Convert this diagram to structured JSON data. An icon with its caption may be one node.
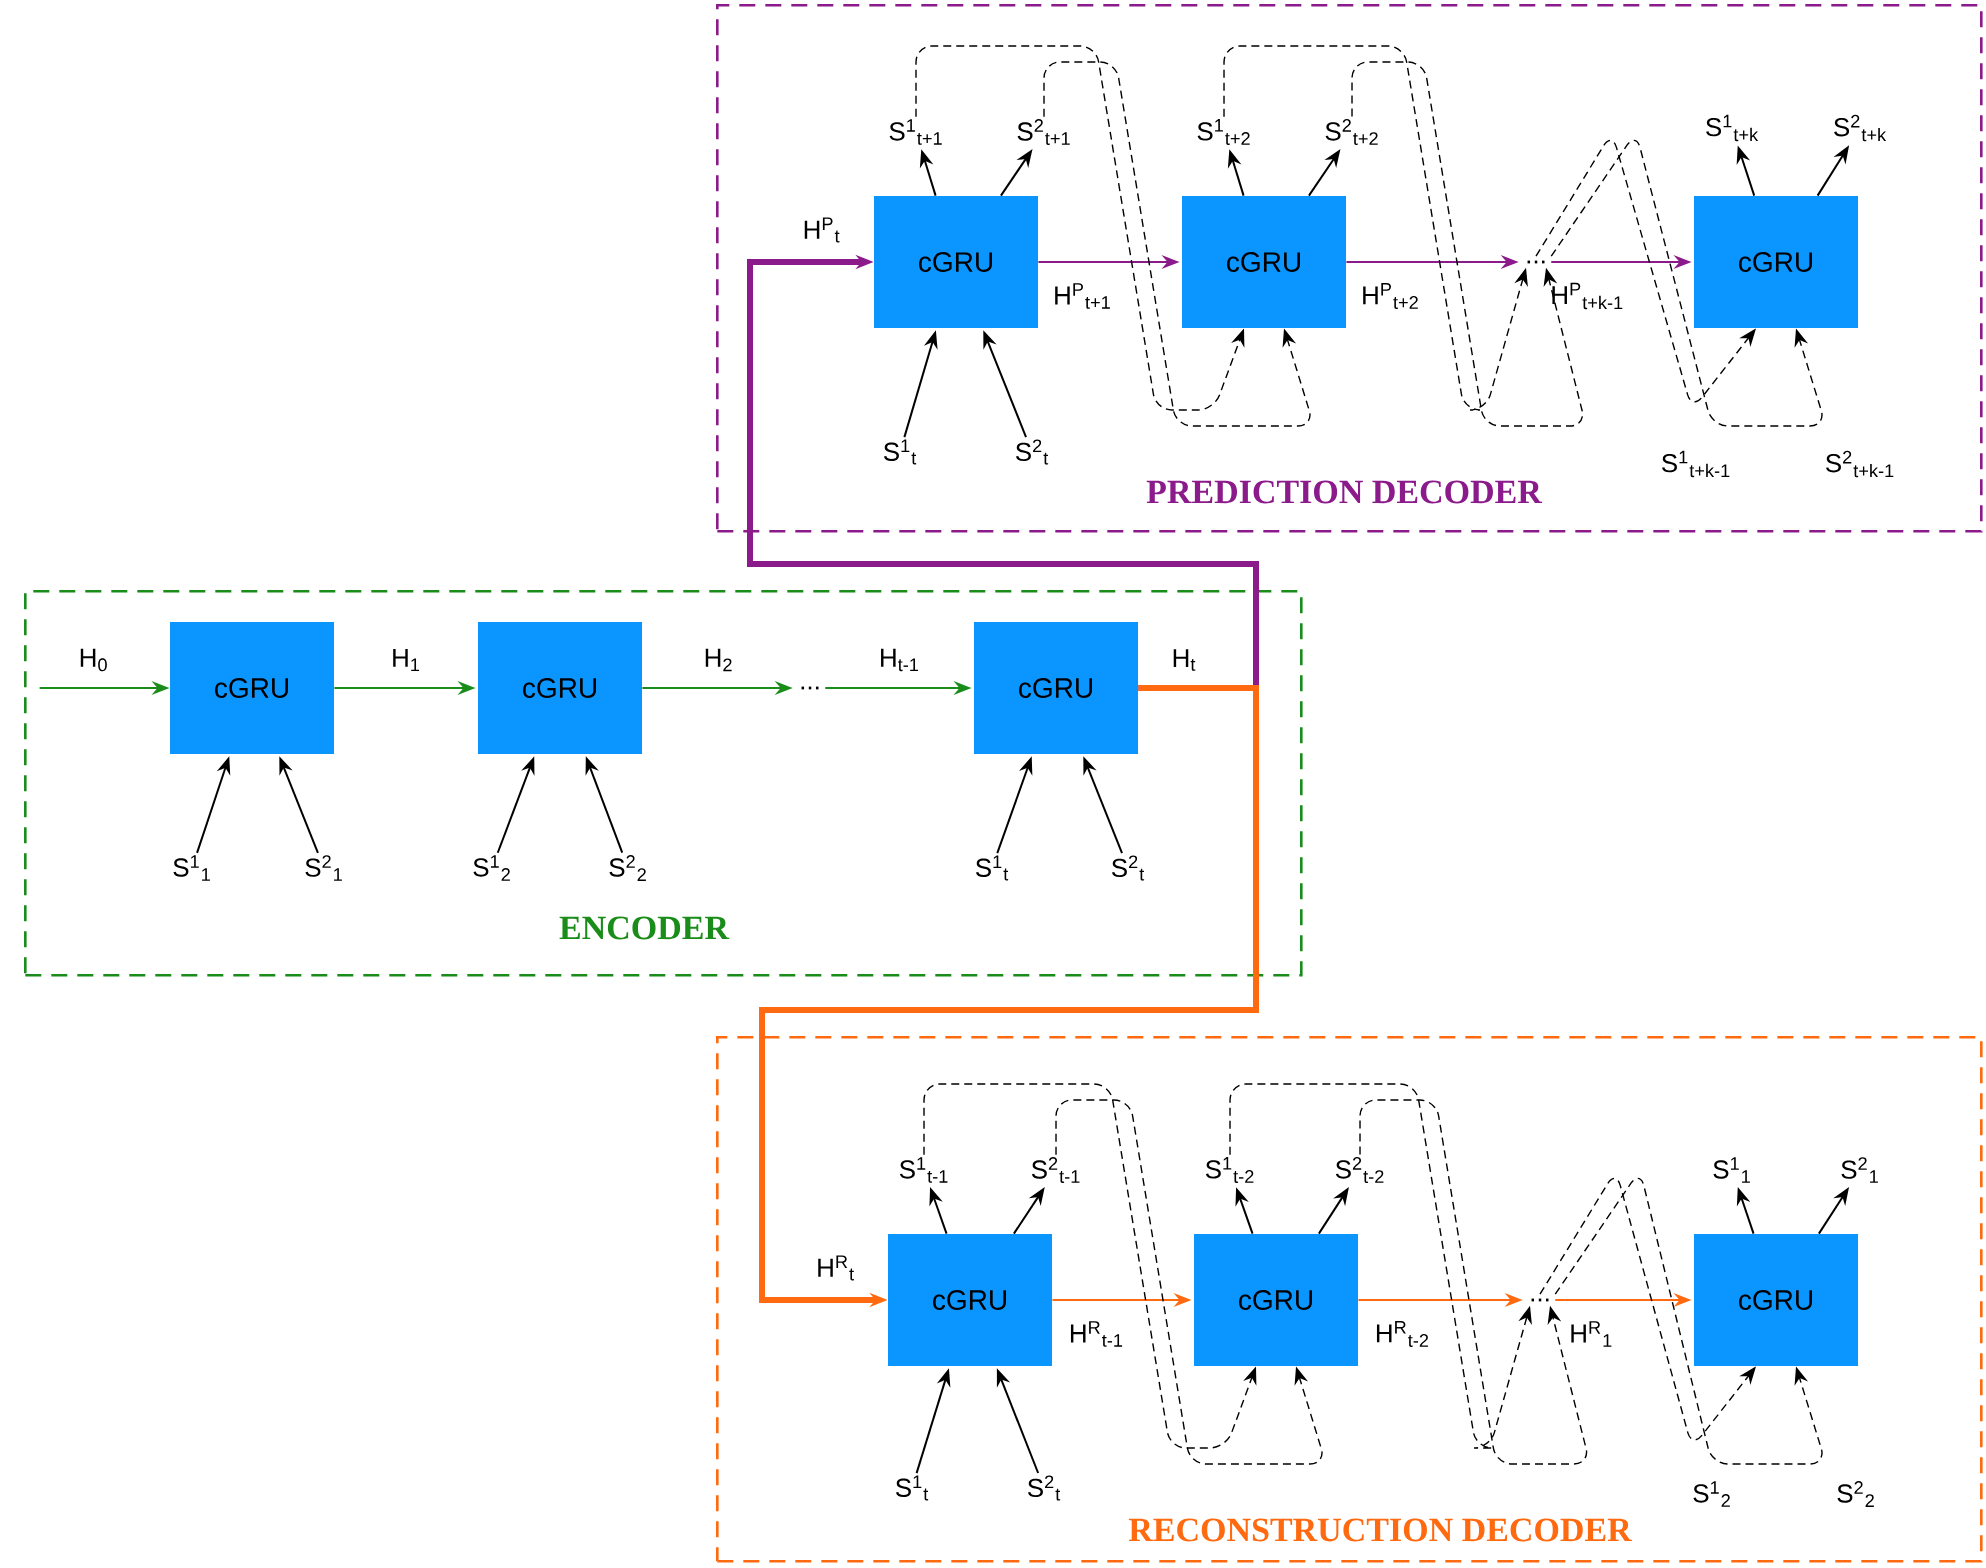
{
  "diagram": {
    "nodes": [
      {
        "text": [
          "PREDICTION DECODER"
        ]
      },
      {
        "text": [
          "ENCODER"
        ]
      },
      {
        "text": [
          "RECONSTRUCTION DECODER"
        ]
      },
      {
        "text": [
          "cGRU"
        ],
        "in": 0
      },
      {
        "text": [
          "cGRU"
        ],
        "in": 0
      },
      {
        "text": [
          "..."
        ],
        "in": 0
      },
      {
        "text": [
          "cGRU"
        ],
        "in": 0
      },
      {
        "text": [
          "S$^{1}$$_{t+1}$"
        ],
        "in": 0
      },
      {
        "text": [
          "S$^{2}$$_{t+1}$"
        ],
        "in": 0
      },
      {
        "text": [
          "S$^{1}$$_{t+2}$"
        ],
        "in": 0
      },
      {
        "text": [
          "S$^{2}$$_{t+2}$"
        ],
        "in": 0
      },
      {
        "text": [
          "S$^{1}$$_{t+k}$"
        ],
        "in": 0
      },
      {
        "text": [
          "S$^{2}$$_{t+k}$"
        ],
        "in": 0
      },
      {
        "text": [
          "S$^{1}$$_{t}$"
        ],
        "in": 0
      },
      {
        "text": [
          "S$^{2}$$_{t}$"
        ],
        "in": 0
      },
      {
        "text": [
          "cGRU"
        ],
        "in": 1
      },
      {
        "text": [
          "cGRU"
        ],
        "in": 1
      },
      {
        "text": [
          "..."
        ],
        "in": 1
      },
      {
        "text": [
          "cGRU"
        ],
        "in": 1
      },
      {
        "text": [
          "S$^{1}$$_{1}$"
        ],
        "in": 1
      },
      {
        "text": [
          "S$^{2}$$_{1}$"
        ],
        "in": 1
      },
      {
        "text": [
          "S$^{1}$$_{2}$"
        ],
        "in": 1
      },
      {
        "text": [
          "S$^{2}$$_{2}$"
        ],
        "in": 1
      },
      {
        "text": [
          "S$^{1}$$_{t}$"
        ],
        "in": 1
      },
      {
        "text": [
          "S$^{2}$$_{t}$"
        ],
        "in": 1
      },
      {
        "text": [
          "cGRU"
        ],
        "in": 2
      },
      {
        "text": [
          "cGRU"
        ],
        "in": 2
      },
      {
        "text": [
          "..."
        ],
        "in": 2
      },
      {
        "text": [
          "cGRU"
        ],
        "in": 2
      },
      {
        "text": [
          "S$^{1}$$_{t-1}$"
        ],
        "in": 2
      },
      {
        "text": [
          "S$^{2}$$_{t-1}$"
        ],
        "in": 2
      },
      {
        "text": [
          "S$^{1}$$_{t-2}$"
        ],
        "in": 2
      },
      {
        "text": [
          "S$^{2}$$_{t-2}$"
        ],
        "in": 2
      },
      {
        "text": [
          "S$^{1}$$_{1}$"
        ],
        "in": 2
      },
      {
        "text": [
          "S$^{2}$$_{1}$"
        ],
        "in": 2
      },
      {
        "text": [
          "S$^{1}$$_{t}$"
        ],
        "in": 2
      },
      {
        "text": [
          "S$^{2}$$_{t}$"
        ],
        "in": 2
      }
    ],
    "edges": [
      {
        "from": 3,
        "to": 4,
        "arrow": "to",
        "label": "H$^{P}$$_{t+1}$",
        "color": "#8b1a8b"
      },
      {
        "from": 4,
        "to": 5,
        "arrow": "to",
        "label": "H$^{P}$$_{t+2}$",
        "color": "#8b1a8b"
      },
      {
        "from": 5,
        "to": 6,
        "arrow": "to",
        "label": "H$^{P}$$_{t+k-1}$",
        "color": "#8b1a8b"
      },
      {
        "from": 3,
        "to": 7,
        "arrow": "to"
      },
      {
        "from": 3,
        "to": 8,
        "arrow": "to"
      },
      {
        "from": 4,
        "to": 9,
        "arrow": "to"
      },
      {
        "from": 4,
        "to": 10,
        "arrow": "to"
      },
      {
        "from": 6,
        "to": 11,
        "arrow": "to"
      },
      {
        "from": 6,
        "to": 12,
        "arrow": "to"
      },
      {
        "from": 13,
        "to": 3,
        "arrow": "to"
      },
      {
        "from": 14,
        "to": 3,
        "arrow": "to"
      },
      {
        "from": 7,
        "to": 4,
        "arrow": "to",
        "style": "dashed"
      },
      {
        "from": 8,
        "to": 4,
        "arrow": "to",
        "style": "dashed"
      },
      {
        "from": 9,
        "to": 5,
        "arrow": "to",
        "style": "dashed"
      },
      {
        "from": 10,
        "to": 5,
        "arrow": "to",
        "style": "dashed"
      },
      {
        "from": 5,
        "to": 6,
        "arrow": "to",
        "style": "dashed"
      },
      {
        "from": 5,
        "to": 6,
        "arrow": "to",
        "style": "dashed"
      },
      {
        "from": null,
        "to": 15,
        "arrow": "to",
        "label": "H$_{0}$",
        "color": "#1a8c1a"
      },
      {
        "from": 15,
        "to": 16,
        "arrow": "to",
        "label": "H$_{1}$",
        "color": "#1a8c1a"
      },
      {
        "from": 16,
        "to": 17,
        "arrow": "to",
        "label": "H$_{2}$",
        "color": "#1a8c1a"
      },
      {
        "from": 17,
        "to": 18,
        "arrow": "to",
        "label": "H$_{t-1}$",
        "color": "#1a8c1a"
      },
      {
        "from": 19,
        "to": 15,
        "arrow": "to"
      },
      {
        "from": 20,
        "to": 15,
        "arrow": "to"
      },
      {
        "from": 21,
        "to": 16,
        "arrow": "to"
      },
      {
        "from": 22,
        "to": 16,
        "arrow": "to"
      },
      {
        "from": 23,
        "to": 18,
        "arrow": "to"
      },
      {
        "from": 24,
        "to": 18,
        "arrow": "to"
      },
      {
        "from": 18,
        "to": 3,
        "arrow": "to",
        "label": "H$^{P}$$_{t}$",
        "style": "thick",
        "color": "#8b1a8b"
      },
      {
        "from": 18,
        "to": 25,
        "arrow": "to",
        "label": "H$^{R}$$_{t}$",
        "style": "thick",
        "color": "#ff6a10"
      },
      {
        "from": 25,
        "to": 26,
        "arrow": "to",
        "label": "H$^{R}$$_{t-1}$",
        "color": "#ff6a10"
      },
      {
        "from": 26,
        "to": 27,
        "arrow": "to",
        "label": "H$^{R}$$_{t-2}$",
        "color": "#ff6a10"
      },
      {
        "from": 27,
        "to": 28,
        "arrow": "to",
        "label": "H$^{R}$$_{1}$",
        "color": "#ff6a10"
      },
      {
        "from": 25,
        "to": 29,
        "arrow": "to"
      },
      {
        "from": 25,
        "to": 30,
        "arrow": "to"
      },
      {
        "from": 26,
        "to": 31,
        "arrow": "to"
      },
      {
        "from": 26,
        "to": 32,
        "arrow": "to"
      },
      {
        "from": 28,
        "to": 33,
        "arrow": "to"
      },
      {
        "from": 28,
        "to": 34,
        "arrow": "to"
      },
      {
        "from": 35,
        "to": 25,
        "arrow": "to"
      },
      {
        "from": 36,
        "to": 25,
        "arrow": "to"
      },
      {
        "from": 29,
        "to": 26,
        "arrow": "to",
        "style": "dashed"
      },
      {
        "from": 30,
        "to": 26,
        "arrow": "to",
        "style": "dashed"
      },
      {
        "from": 31,
        "to": 27,
        "arrow": "to",
        "style": "dashed"
      },
      {
        "from": 32,
        "to": 27,
        "arrow": "to",
        "style": "dashed"
      },
      {
        "from": 27,
        "to": 28,
        "arrow": "to",
        "style": "dashed"
      },
      {
        "from": 27,
        "to": 28,
        "arrow": "to",
        "style": "dashed"
      }
    ],
    "labels": [
      "H$_{t}$",
      "S$^{1}$$_{t+k-1}$",
      "S$^{2}$$_{t+k-1}$",
      "S$^{1}$$_{2}$",
      "S$^{2}$$_{2}$"
    ]
  }
}
